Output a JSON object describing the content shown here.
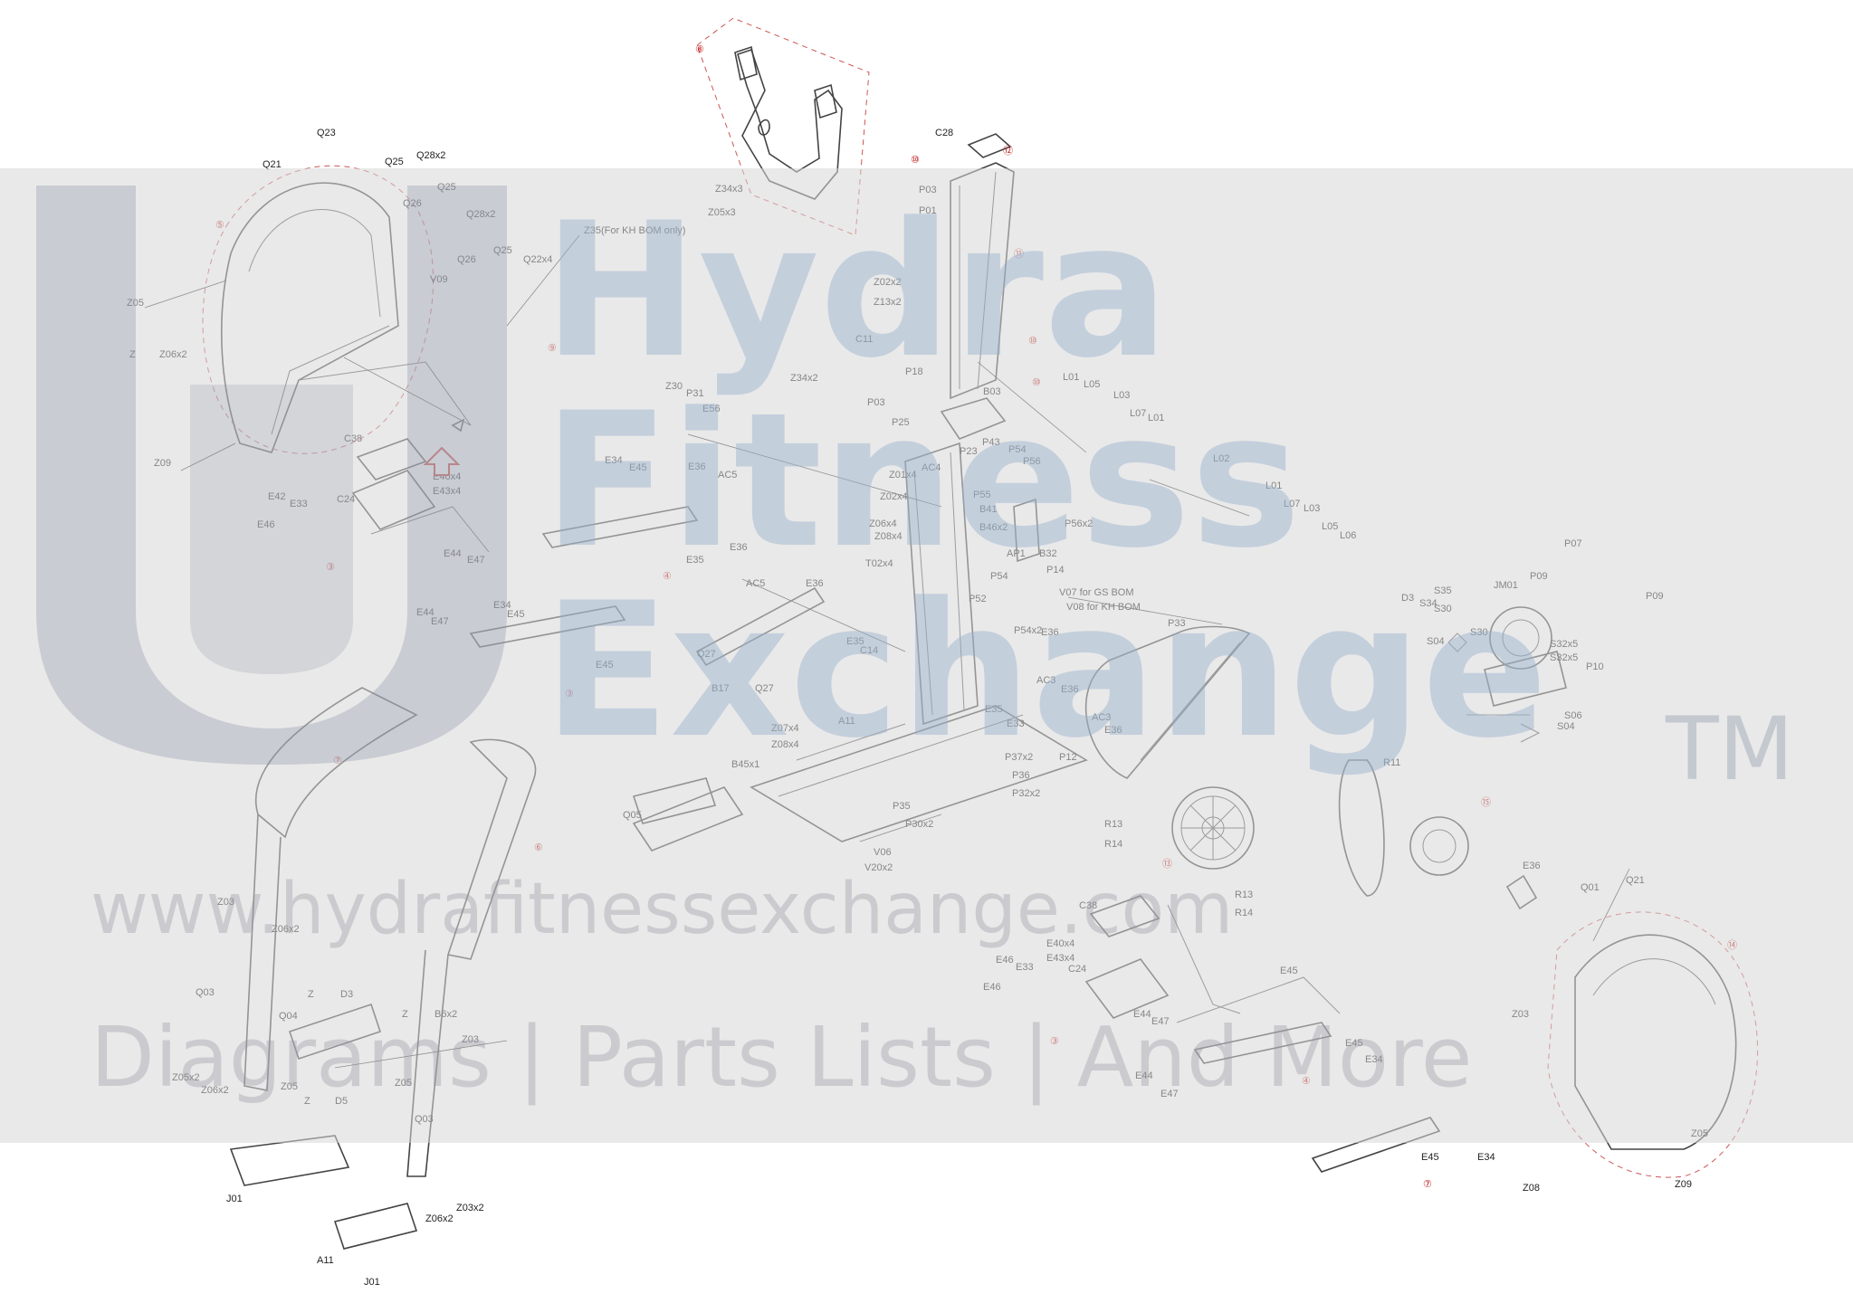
{
  "watermark": {
    "line1": "Hydra",
    "line2": "Fitness",
    "line3": "Exchange",
    "trademark": "TM",
    "url": "www.hydrafitnessexchange.com",
    "tagline": "Diagrams | Parts Lists | And More"
  },
  "colors": {
    "band": "#d7d7d7",
    "watermark_blue": "#96afcd",
    "callout_red": "#c02020",
    "highlight_green": "#6fb85a"
  },
  "labels": {
    "c01": "Q21",
    "c02": "Q23",
    "c03": "Q25",
    "c04": "Q28x2",
    "c05": "Q25",
    "c06": "Q26",
    "c07": "Q28x2",
    "c08": "Q25",
    "c09": "Q26",
    "c10": "V09",
    "c11": "Q22x4",
    "c12": "Z35(For KH BOM only)",
    "c13": "Z05",
    "c14": "Z",
    "c15": "Z06x2",
    "c16": "Z09",
    "c17": "Z34x3",
    "c18": "Z05x3",
    "c19": "C28",
    "c20": "P03",
    "c21": "P01",
    "c22": "Z02x2",
    "c23": "Z13x2",
    "c24": "C11",
    "c25": "Z34x2",
    "c26": "P18",
    "c27": "P03",
    "c28": "P25",
    "c29": "B03",
    "c30": "L01",
    "c31": "L05",
    "c32": "L03",
    "c33": "L07",
    "c34": "L01",
    "c35": "L02",
    "c36": "L01",
    "c37": "L07",
    "c38": "L03",
    "c39": "L05",
    "c40": "L06",
    "c41": "C38",
    "c42": "E40x4",
    "c43": "E43x4",
    "c44": "E42",
    "c45": "E46",
    "c46": "E33",
    "c47": "C24",
    "c48": "E44",
    "c49": "E47",
    "c50": "E44",
    "c51": "E47",
    "c52": "E34",
    "c53": "E45",
    "c54": "E36",
    "c55": "AC5",
    "c56": "E35",
    "c57": "E36",
    "c58": "AC5",
    "c59": "E36",
    "c60": "Z30",
    "c61": "P31",
    "c62": "E56",
    "c63": "P23",
    "c64": "P43",
    "c65": "P54",
    "c66": "P56",
    "c67": "AC4",
    "c68": "Z01x4",
    "c69": "Z02x4",
    "c70": "P55",
    "c71": "B41",
    "c72": "Z06x4",
    "c73": "B46x2",
    "c74": "P56x2",
    "c75": "Z08x4",
    "c76": "T02x4",
    "c77": "B32",
    "c78": "P14",
    "c79": "AP1",
    "c80": "P54",
    "c81": "P52",
    "c82": "P54x2",
    "c83": "V07 for GS BOM",
    "c84": "V08 for KH BOM",
    "c85": "P33",
    "c86": "Z07x4",
    "c87": "Z08x4",
    "c88": "B45x1",
    "c89": "A11",
    "c90": "E34",
    "c91": "E45",
    "c92": "E45",
    "c93": "Q27",
    "c94": "B17",
    "c95": "Q27",
    "c96": "E35",
    "c97": "C14",
    "c98": "E36",
    "c99": "AC3",
    "c100": "E36",
    "c101": "E35",
    "c102": "E33",
    "c103": "AC3",
    "c104": "E36",
    "c105": "P37x2",
    "c106": "P36",
    "c107": "P32x2",
    "c108": "P12",
    "c109": "P35",
    "c110": "P30x2",
    "c111": "Q05",
    "c112": "V06",
    "c113": "V20x2",
    "c114": "R13",
    "c115": "R14",
    "c116": "R11",
    "c117": "R13",
    "c118": "R14",
    "c119": "E36",
    "c120": "D3",
    "c121": "S35",
    "c122": "S34",
    "c123": "S30",
    "c124": "S04",
    "c125": "JM01",
    "c126": "P09",
    "c127": "P07",
    "c128": "S30",
    "c129": "S32x5",
    "c130": "S32x5",
    "c131": "P10",
    "c132": "P09",
    "c133": "S06",
    "c134": "S04",
    "c135": "Q21",
    "c136": "Q01",
    "c137": "Z03",
    "c138": "Z08",
    "c139": "Z05",
    "c140": "Z09",
    "c141": "Z03",
    "c142": "Z06x2",
    "c143": "Q03",
    "c144": "Z",
    "c145": "D3",
    "c146": "Q04",
    "c147": "Z",
    "c148": "B6x2",
    "c149": "Z03",
    "c150": "Z05x2",
    "c151": "Z06x2",
    "c152": "Z05",
    "c153": "Z",
    "c154": "D5",
    "c155": "Z05",
    "c156": "Q03",
    "c157": "J01",
    "c158": "A11",
    "c159": "Z06x2",
    "c160": "Z03x2",
    "c161": "J01",
    "c162": "C38",
    "c163": "E40x4",
    "c164": "E43x4",
    "c165": "E46",
    "c166": "E33",
    "c167": "C24",
    "c168": "E46",
    "c169": "E44",
    "c170": "E47",
    "c171": "E45",
    "c172": "E44",
    "c173": "E47",
    "c174": "E45",
    "c175": "E34",
    "c176": "E45",
    "c177": "E34"
  },
  "callouts": {
    "r01": "⑤",
    "r02": "⑨",
    "r03": "⑧",
    "r04": "⑩",
    "r05": "⑫",
    "r06": "⑪",
    "r07": "⑩",
    "r08": "⑩",
    "r09": "③",
    "r10": "④",
    "r11": "③",
    "r12": "⑦",
    "r13": "⑥",
    "r14": "⑬",
    "r15": "⑮",
    "r16": "⑭",
    "r17": "③",
    "r18": "④",
    "r19": "⑦"
  }
}
